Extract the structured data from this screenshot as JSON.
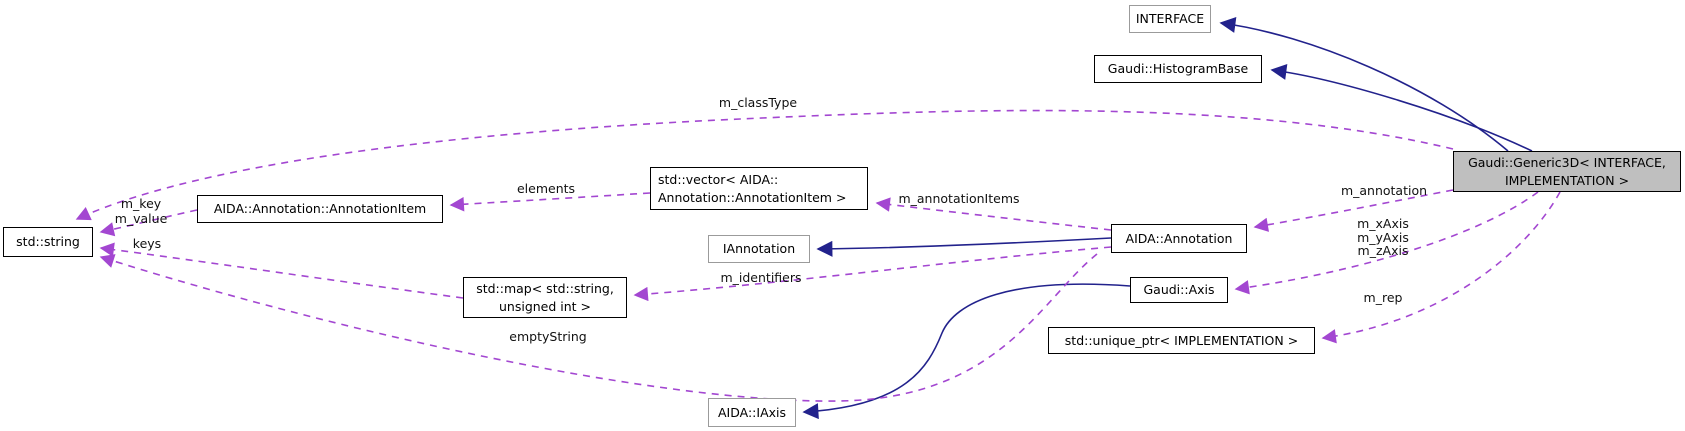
{
  "diagram": {
    "colors": {
      "background": "#ffffff",
      "inheritance_edge": "#22228c",
      "usage_edge": "#a347d1",
      "node_border": "#000000",
      "external_node_border": "#9b9b9b",
      "highlight_node_fill": "#bfbfbf",
      "node_fill": "#ffffff"
    },
    "nodes": {
      "interface": {
        "label": "INTERFACE"
      },
      "histogram_base": {
        "label": "Gaudi::HistogramBase"
      },
      "generic3d": {
        "line1": "Gaudi::Generic3D< INTERFACE,",
        "line2": "IMPLEMENTATION >"
      },
      "annotation_item": {
        "label": "AIDA::Annotation::AnnotationItem"
      },
      "vector": {
        "line1": "std::vector< AIDA::",
        "line2": "Annotation::AnnotationItem >"
      },
      "std_string": {
        "label": "std::string"
      },
      "iannotation": {
        "label": "IAnnotation"
      },
      "annotation": {
        "label": "AIDA::Annotation"
      },
      "std_map": {
        "line1": "std::map< std::string,",
        "line2": "unsigned int >"
      },
      "axis": {
        "label": "Gaudi::Axis"
      },
      "unique_ptr": {
        "label": "std::unique_ptr< IMPLEMENTATION >"
      },
      "iaxis": {
        "label": "AIDA::IAxis"
      }
    },
    "edge_labels": {
      "m_classType": "m_classType",
      "m_key": "m_key",
      "m_value": "m_value",
      "keys": "keys",
      "elements": "elements",
      "m_annotationItems": "m_annotationItems",
      "m_identifiers": "m_identifiers",
      "emptyString": "emptyString",
      "m_annotation": "m_annotation",
      "m_xAxis": "m_xAxis",
      "m_yAxis": "m_yAxis",
      "m_zAxis": "m_zAxis",
      "m_rep": "m_rep"
    }
  }
}
